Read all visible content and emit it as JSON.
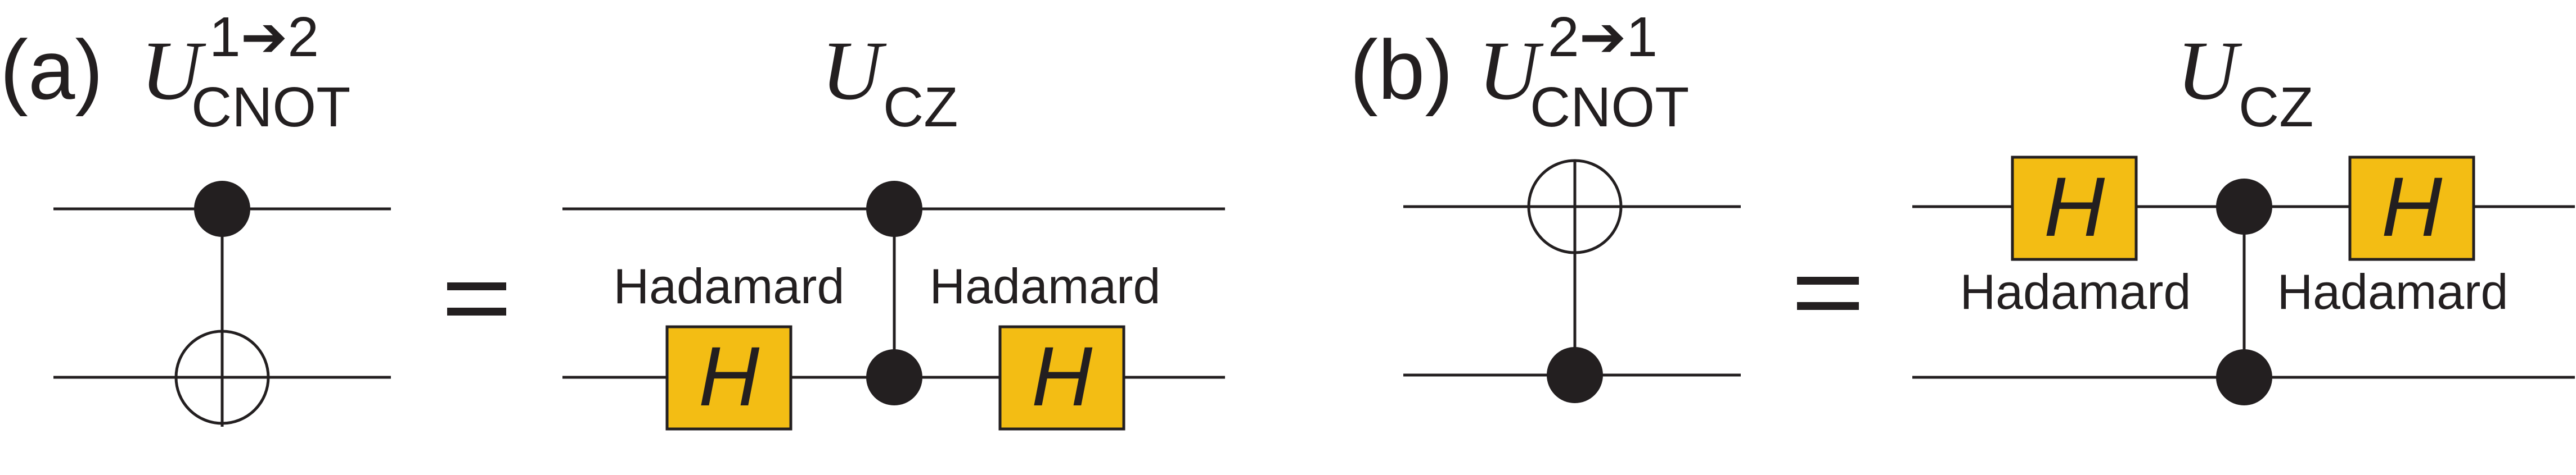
{
  "panel_a": {
    "label": "(a)",
    "left_U": "U",
    "left_sup": "1➔2",
    "left_sub": "CNOT",
    "right_U": "U",
    "right_sub": "CZ",
    "hadamard_left": "Hadamard",
    "hadamard_right": "Hadamard",
    "gate_symbol": "H"
  },
  "panel_b": {
    "label": "(b)",
    "left_U": "U",
    "left_sup": "2➔1",
    "left_sub": "CNOT",
    "right_U": "U",
    "right_sub": "CZ",
    "hadamard_left": "Hadamard",
    "hadamard_right": "Hadamard",
    "gate_symbol": "H"
  },
  "colors": {
    "gate_fill": "#f3bd14",
    "ink": "#231f20"
  }
}
